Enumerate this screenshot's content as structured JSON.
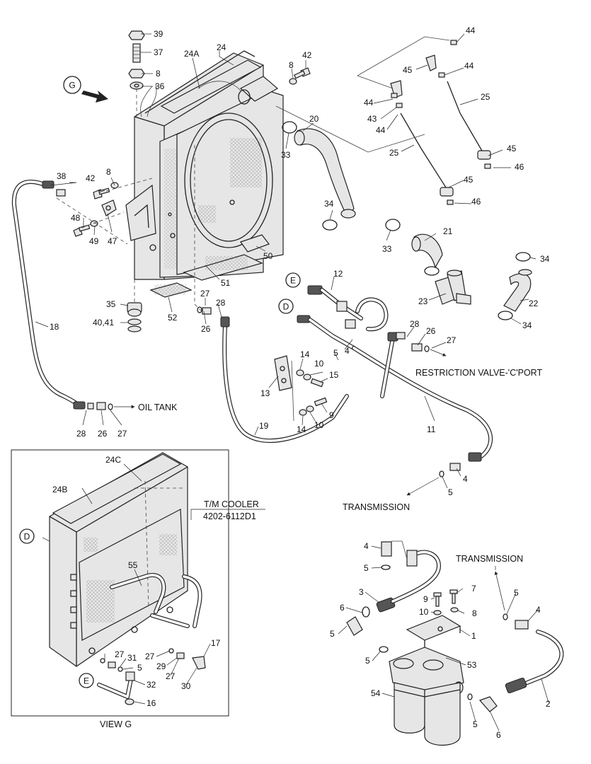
{
  "callout_numbers": {
    "n39": "39",
    "n37": "37",
    "n24a": "24A",
    "n24": "24",
    "n8a": "8",
    "n36": "36",
    "n42a": "42",
    "n8b": "8",
    "n20": "20",
    "n33a": "33",
    "n44a": "44",
    "n45a": "45",
    "n44b": "44",
    "n25a": "25",
    "n44c": "44",
    "n43": "43",
    "n44d": "44",
    "n25b": "25",
    "n45b": "45",
    "n46a": "46",
    "n45c": "45",
    "n46b": "46",
    "n38": "38",
    "n42b": "42",
    "n8c": "8",
    "n48": "48",
    "n49": "49",
    "n47": "47",
    "n34a": "34",
    "n33b": "33",
    "n21": "21",
    "n50": "50",
    "n34b": "34",
    "n51": "51",
    "n35": "35",
    "n27a": "27",
    "n28a": "28",
    "n40_41": "40,41",
    "n26a": "26",
    "n52": "52",
    "n12": "12",
    "n23": "23",
    "n22": "22",
    "n34c": "34",
    "n18": "18",
    "n28b": "28",
    "n26b": "26",
    "n27b": "27",
    "n4a": "4",
    "n14a": "14",
    "n10a": "10",
    "n5a": "5",
    "n15": "15",
    "n13": "13",
    "n9a": "9",
    "n14b": "14",
    "n10b": "10",
    "n19": "19",
    "n11": "11",
    "n28c": "28",
    "n26c": "26",
    "n27c": "27",
    "n4b": "4",
    "n5b": "5",
    "n24c": "24C",
    "n24b": "24B",
    "n55": "55",
    "n17": "17",
    "n27d": "27",
    "n31": "31",
    "n5c": "5",
    "n27e": "27",
    "n29": "29",
    "n27f": "27",
    "n30": "30",
    "n32": "32",
    "n16": "16",
    "n4c": "4",
    "n5d": "5",
    "n3": "3",
    "n6a": "6",
    "n5e": "5",
    "n9b": "9",
    "n7": "7",
    "n10c": "10",
    "n8d": "8",
    "n1": "1",
    "n5f": "5",
    "n4d": "4",
    "n53": "53",
    "n54": "54",
    "n2": "2",
    "n5g": "5",
    "n6b": "6",
    "n5h": "5"
  },
  "view_markers": {
    "g": "G",
    "e_top": "E",
    "d_top": "D",
    "d_inset": "D",
    "e_inset": "E"
  },
  "notes": {
    "oil_tank": "OIL TANK",
    "restriction_valve": "RESTRICTION VALVE-'C'PORT",
    "transmission_mid": "TRANSMISSION",
    "transmission_right": "TRANSMISSION",
    "tm_cooler_line1": "T/M COOLER",
    "tm_cooler_line2": "4202-6112D1",
    "view_g": "VIEW G"
  }
}
